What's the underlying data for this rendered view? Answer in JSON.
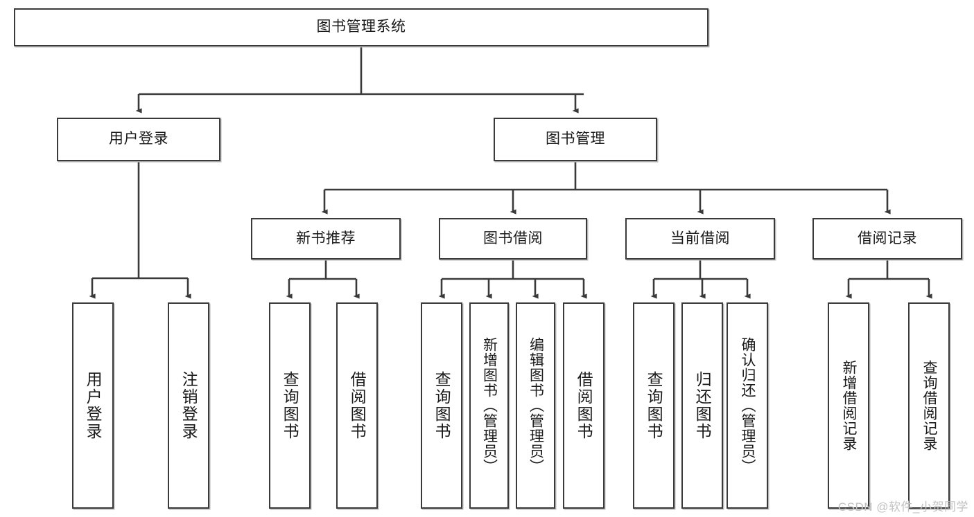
{
  "diagram": {
    "title": "图书管理系统",
    "type": "tree-hierarchy",
    "stroke_color": "#3a3a3a",
    "fill_color": "#ffffff",
    "shadow_color": "#b8b8b8"
  },
  "nodes": {
    "root": {
      "label": "图书管理系统"
    },
    "level2": [
      {
        "label": "用户登录"
      },
      {
        "label": "图书管理"
      }
    ],
    "level3": [
      {
        "label": "新书推荐"
      },
      {
        "label": "图书借阅"
      },
      {
        "label": "当前借阅"
      },
      {
        "label": "借阅记录"
      }
    ],
    "leaves_user_login": [
      {
        "label": "用户登录"
      },
      {
        "label": "注销登录"
      }
    ],
    "leaves_new_books": [
      {
        "label": "查询图书"
      },
      {
        "label": "借阅图书"
      }
    ],
    "leaves_borrow": [
      {
        "label": "查询图书"
      },
      {
        "label": "新增图书（管理员）"
      },
      {
        "label": "编辑图书（管理员）"
      },
      {
        "label": "借阅图书"
      }
    ],
    "leaves_current": [
      {
        "label": "查询图书"
      },
      {
        "label": "归还图书"
      },
      {
        "label": "确认归还（管理员）"
      }
    ],
    "leaves_records": [
      {
        "label": "新增借阅记录"
      },
      {
        "label": "查询借阅记录"
      }
    ]
  },
  "watermark": {
    "text": "CSDN @软件_小贺同学"
  }
}
